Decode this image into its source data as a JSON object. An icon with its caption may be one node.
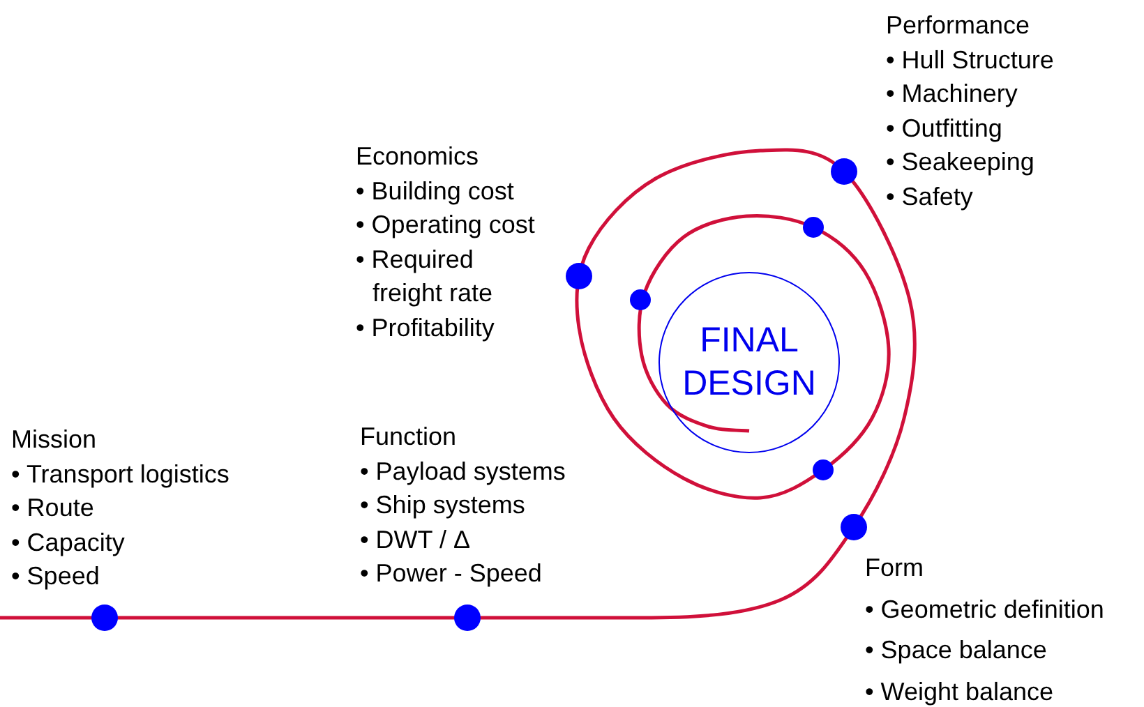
{
  "diagram": {
    "nodes": [
      {
        "text": [
          "FINAL DESIGN"
        ]
      }
    ],
    "labels": [
      "Performance",
      "• Hull Structure",
      "• Machinery",
      "• Outfitting",
      "• Seakeeping",
      "• Safety",
      "Economics",
      "• Building cost",
      "• Operating cost",
      "• Required freight rate",
      "• Profitability",
      "Mission",
      "• Transport logistics",
      "• Route",
      "• Capacity",
      "• Speed",
      "Function",
      "• Payload systems",
      "• Ship systems",
      "• DWT / Δ",
      "• Power - Speed",
      "Form",
      "• Geometric definition",
      "• Space balance",
      "• Weight balance"
    ]
  }
}
